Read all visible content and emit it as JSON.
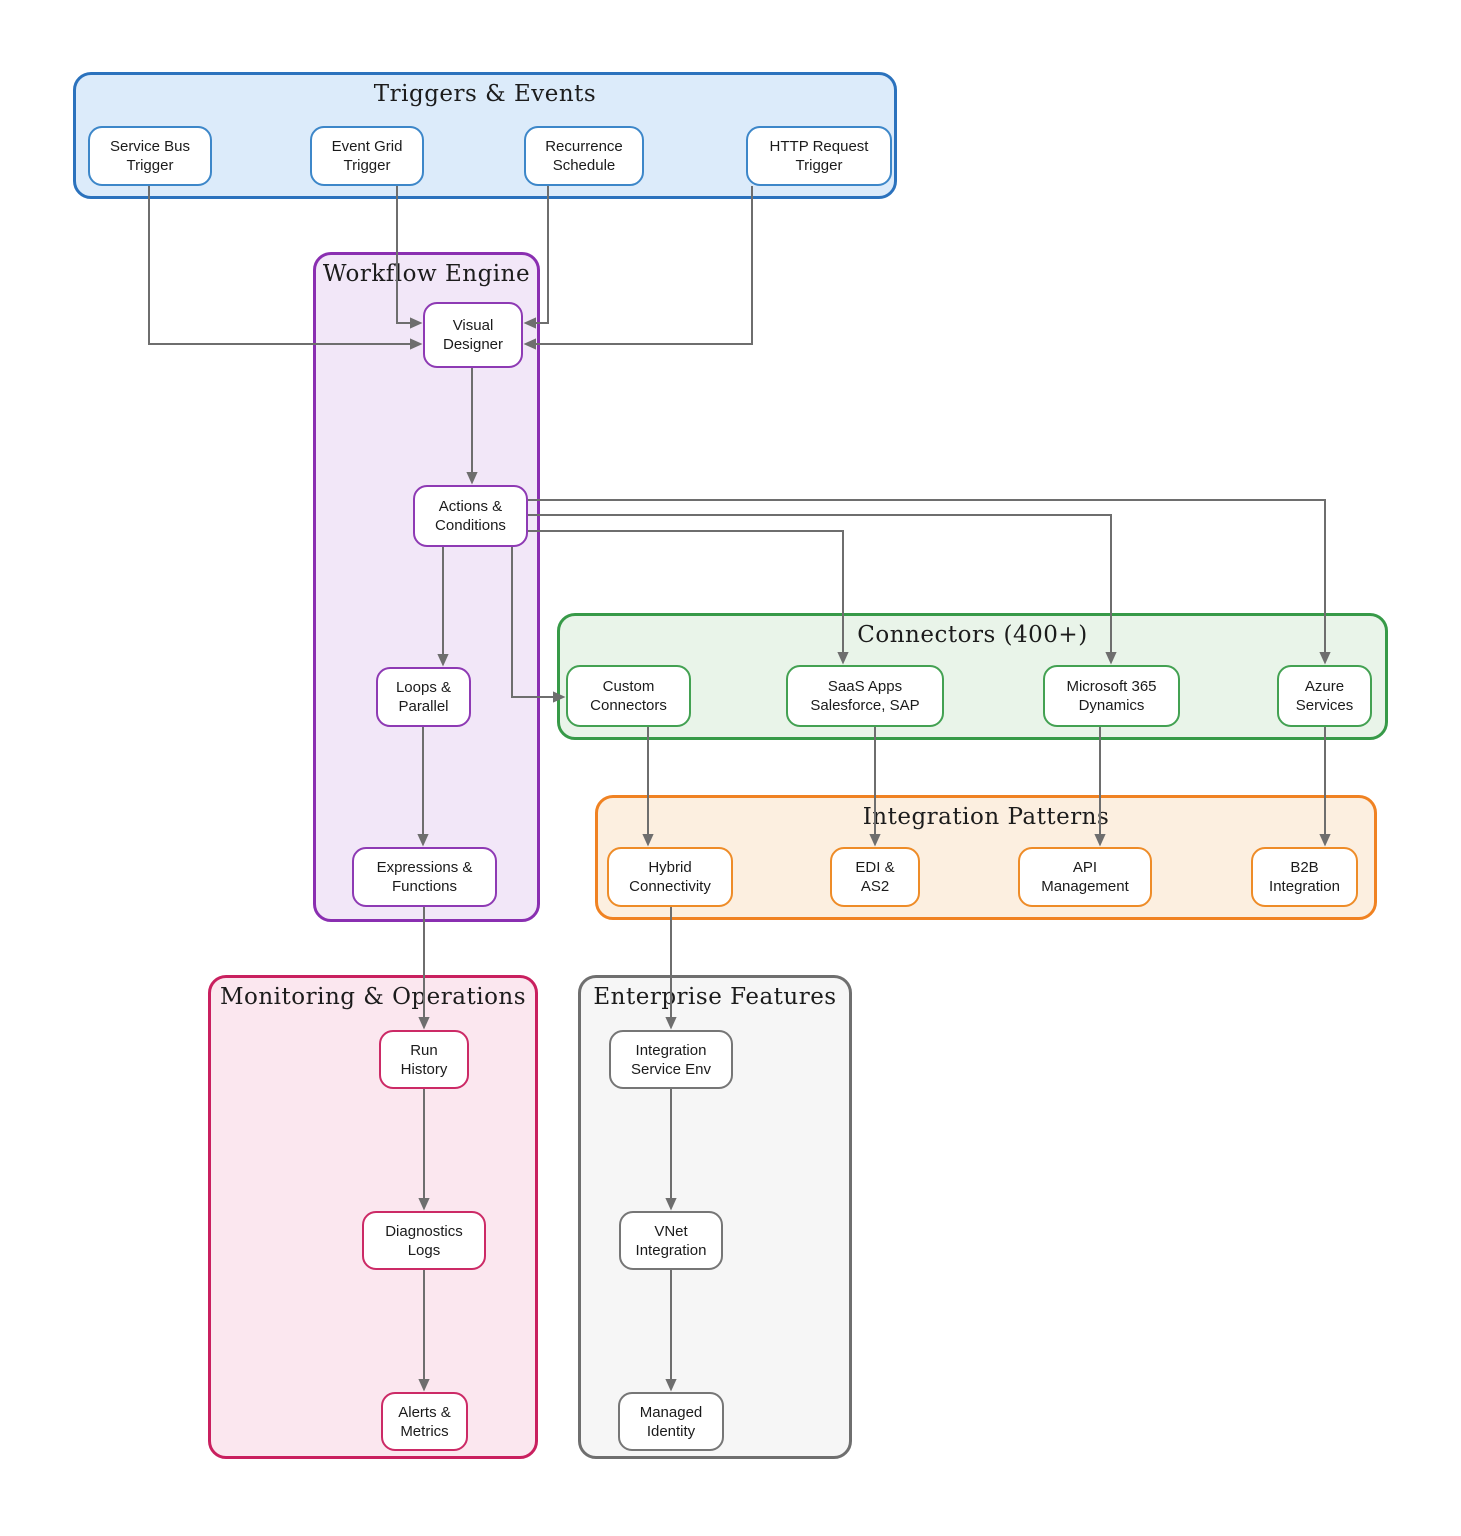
{
  "diagram": {
    "edge_color": "#6e6e6e",
    "clusters": [
      {
        "title": "Triggers & Events",
        "border": "#2b72bd",
        "fill": "#dcebfa",
        "node_border": "#3d87c9",
        "nodes": [
          {
            "label": "Service Bus\nTrigger"
          },
          {
            "label": "Event Grid\nTrigger"
          },
          {
            "label": "Recurrence\nSchedule"
          },
          {
            "label": "HTTP Request\nTrigger"
          }
        ]
      },
      {
        "title": "Workflow Engine",
        "border": "#8a2fb1",
        "fill": "#f2e7f8",
        "node_border": "#8e3ab4",
        "nodes": [
          {
            "label": "Visual\nDesigner"
          },
          {
            "label": "Actions &\nConditions"
          },
          {
            "label": "Loops &\nParallel"
          },
          {
            "label": "Expressions &\nFunctions"
          }
        ]
      },
      {
        "title": "Connectors (400+)",
        "border": "#379a48",
        "fill": "#e9f4e9",
        "node_border": "#43a152",
        "nodes": [
          {
            "label": "Custom\nConnectors"
          },
          {
            "label": "SaaS Apps\nSalesforce, SAP"
          },
          {
            "label": "Microsoft 365\nDynamics"
          },
          {
            "label": "Azure\nServices"
          }
        ]
      },
      {
        "title": "Integration Patterns",
        "border": "#f08222",
        "fill": "#fcefe0",
        "node_border": "#ee8c28",
        "nodes": [
          {
            "label": "Hybrid\nConnectivity"
          },
          {
            "label": "EDI &\nAS2"
          },
          {
            "label": "API\nManagement"
          },
          {
            "label": "B2B\nIntegration"
          }
        ]
      },
      {
        "title": "Monitoring & Operations",
        "border": "#c9205f",
        "fill": "#fbe7ef",
        "node_border": "#cc2a66",
        "nodes": [
          {
            "label": "Run\nHistory"
          },
          {
            "label": "Diagnostics\nLogs"
          },
          {
            "label": "Alerts &\nMetrics"
          }
        ]
      },
      {
        "title": "Enterprise Features",
        "border": "#6f6f6f",
        "fill": "#f6f6f6",
        "node_border": "#767676",
        "nodes": [
          {
            "label": "Integration\nService Env"
          },
          {
            "label": "VNet\nIntegration"
          },
          {
            "label": "Managed\nIdentity"
          }
        ]
      }
    ],
    "edges": [
      {
        "from": "Service Bus Trigger",
        "to": "Visual Designer"
      },
      {
        "from": "Event Grid Trigger",
        "to": "Visual Designer"
      },
      {
        "from": "Recurrence Schedule",
        "to": "Visual Designer"
      },
      {
        "from": "HTTP Request Trigger",
        "to": "Visual Designer"
      },
      {
        "from": "Visual Designer",
        "to": "Actions & Conditions"
      },
      {
        "from": "Actions & Conditions",
        "to": "Loops & Parallel"
      },
      {
        "from": "Actions & Conditions",
        "to": "Custom Connectors"
      },
      {
        "from": "Actions & Conditions",
        "to": "SaaS Apps Salesforce, SAP"
      },
      {
        "from": "Actions & Conditions",
        "to": "Microsoft 365 Dynamics"
      },
      {
        "from": "Actions & Conditions",
        "to": "Azure Services"
      },
      {
        "from": "Loops & Parallel",
        "to": "Expressions & Functions"
      },
      {
        "from": "Expressions & Functions",
        "to": "Run History"
      },
      {
        "from": "Run History",
        "to": "Diagnostics Logs"
      },
      {
        "from": "Diagnostics Logs",
        "to": "Alerts & Metrics"
      },
      {
        "from": "Custom Connectors",
        "to": "Hybrid Connectivity"
      },
      {
        "from": "SaaS Apps Salesforce, SAP",
        "to": "EDI & AS2"
      },
      {
        "from": "Microsoft 365 Dynamics",
        "to": "API Management"
      },
      {
        "from": "Azure Services",
        "to": "B2B Integration"
      },
      {
        "from": "Hybrid Connectivity",
        "to": "Integration Service Env"
      },
      {
        "from": "Integration Service Env",
        "to": "VNet Integration"
      },
      {
        "from": "VNet Integration",
        "to": "Managed Identity"
      }
    ]
  }
}
